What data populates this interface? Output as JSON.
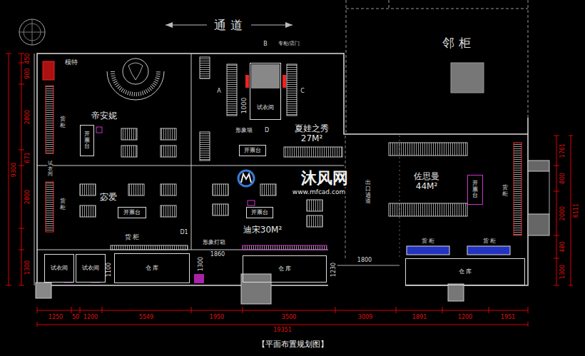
{
  "diagram": {
    "caption": "【平面布置规划图】",
    "nodes": [
      {
        "text": [
          "帝安妮"
        ]
      },
      {
        "text": [
          "开票台"
        ],
        "in": 0
      },
      {
        "text": [
          "宓爱"
        ]
      },
      {
        "text": [
          "开票台"
        ],
        "in": 2
      },
      {
        "text": [
          "夏娃之秀 27M²"
        ]
      },
      {
        "text": [
          "试衣间"
        ],
        "in": 4
      },
      {
        "text": [
          "开票台"
        ],
        "in": 4
      },
      {
        "text": [
          "迪宋30M²"
        ]
      },
      {
        "text": [
          "开票台"
        ],
        "in": 7
      },
      {
        "text": [
          "佐思曼 44M²"
        ]
      },
      {
        "text": [
          "开票台"
        ],
        "in": 9
      },
      {
        "text": [
          "试衣间"
        ]
      },
      {
        "text": [
          "试衣间"
        ]
      },
      {
        "text": [
          "仓 库"
        ]
      },
      {
        "text": [
          "仓 库"
        ]
      },
      {
        "text": [
          "仓 库"
        ]
      }
    ],
    "labels": [
      "通 道",
      "邻 柜",
      "模特",
      "A",
      "B",
      "C",
      "D",
      "专柜/店门",
      "1000",
      "形象墙",
      "货柜",
      "试衣间",
      "货柜",
      "货 柜",
      "D1",
      "形象灯箱",
      "1860",
      "1100",
      "1300",
      "1230",
      "1800",
      "出口通道",
      "货柜",
      "货 柜",
      "货 柜",
      "沐风网",
      "www.mfcad.com",
      "450",
      "900",
      "2800",
      "671",
      "2800",
      "1300",
      "9300",
      "1761",
      "800",
      "2000",
      "480",
      "1300",
      "6111",
      "1250",
      "50",
      "1200",
      "5549",
      "1950",
      "3500",
      "3009",
      "1891",
      "1200",
      "1951",
      "19351"
    ]
  }
}
